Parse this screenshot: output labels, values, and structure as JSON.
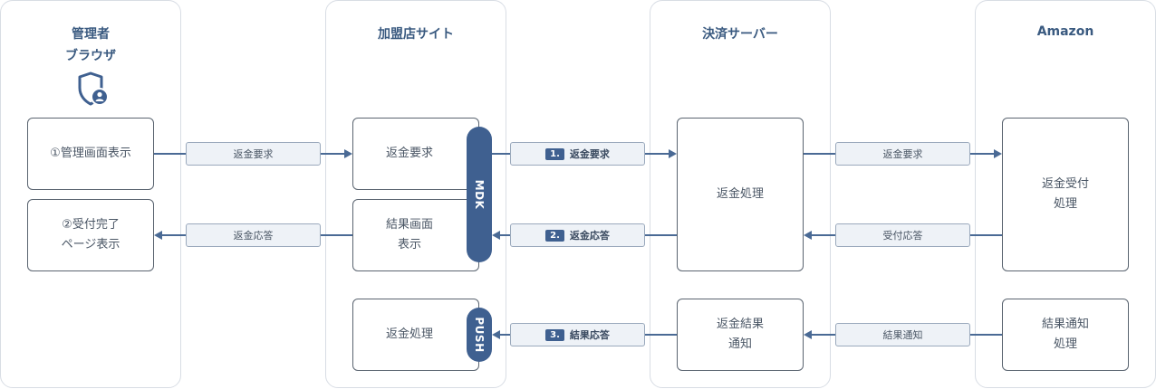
{
  "lanes": {
    "admin_title_1": "管理者",
    "admin_title_2": "ブラウザ",
    "merchant": "加盟店サイト",
    "payment": "決済サーバー",
    "amazon": "Amazon"
  },
  "boxes": {
    "admin_display": "①管理画面表示",
    "admin_done_1": "②受付完了",
    "admin_done_2": "ページ表示",
    "merchant_request": "返金要求",
    "merchant_result_1": "結果画面",
    "merchant_result_2": "表示",
    "merchant_process": "返金処理",
    "payment_process": "返金処理",
    "payment_notify_1": "返金結果",
    "payment_notify_2": "通知",
    "amazon_accept_1": "返金受付",
    "amazon_accept_2": "処理",
    "amazon_notify_1": "結果通知",
    "amazon_notify_2": "処理"
  },
  "pills": {
    "mdk": "MDK",
    "push": "PUSH"
  },
  "labels": {
    "a1": "返金要求",
    "a2": "返金応答",
    "b1_num": "1.",
    "b1": "返金要求",
    "b2_num": "2.",
    "b2": "返金応答",
    "b3_num": "3.",
    "b3": "結果応答",
    "c1": "返金要求",
    "c2": "受付応答",
    "c3": "結果通知"
  },
  "colors": {
    "accent": "#3f6090",
    "line": "#4a6a95",
    "label_bg": "#eef2f7"
  },
  "icons": {
    "admin": "shield-user-icon"
  }
}
